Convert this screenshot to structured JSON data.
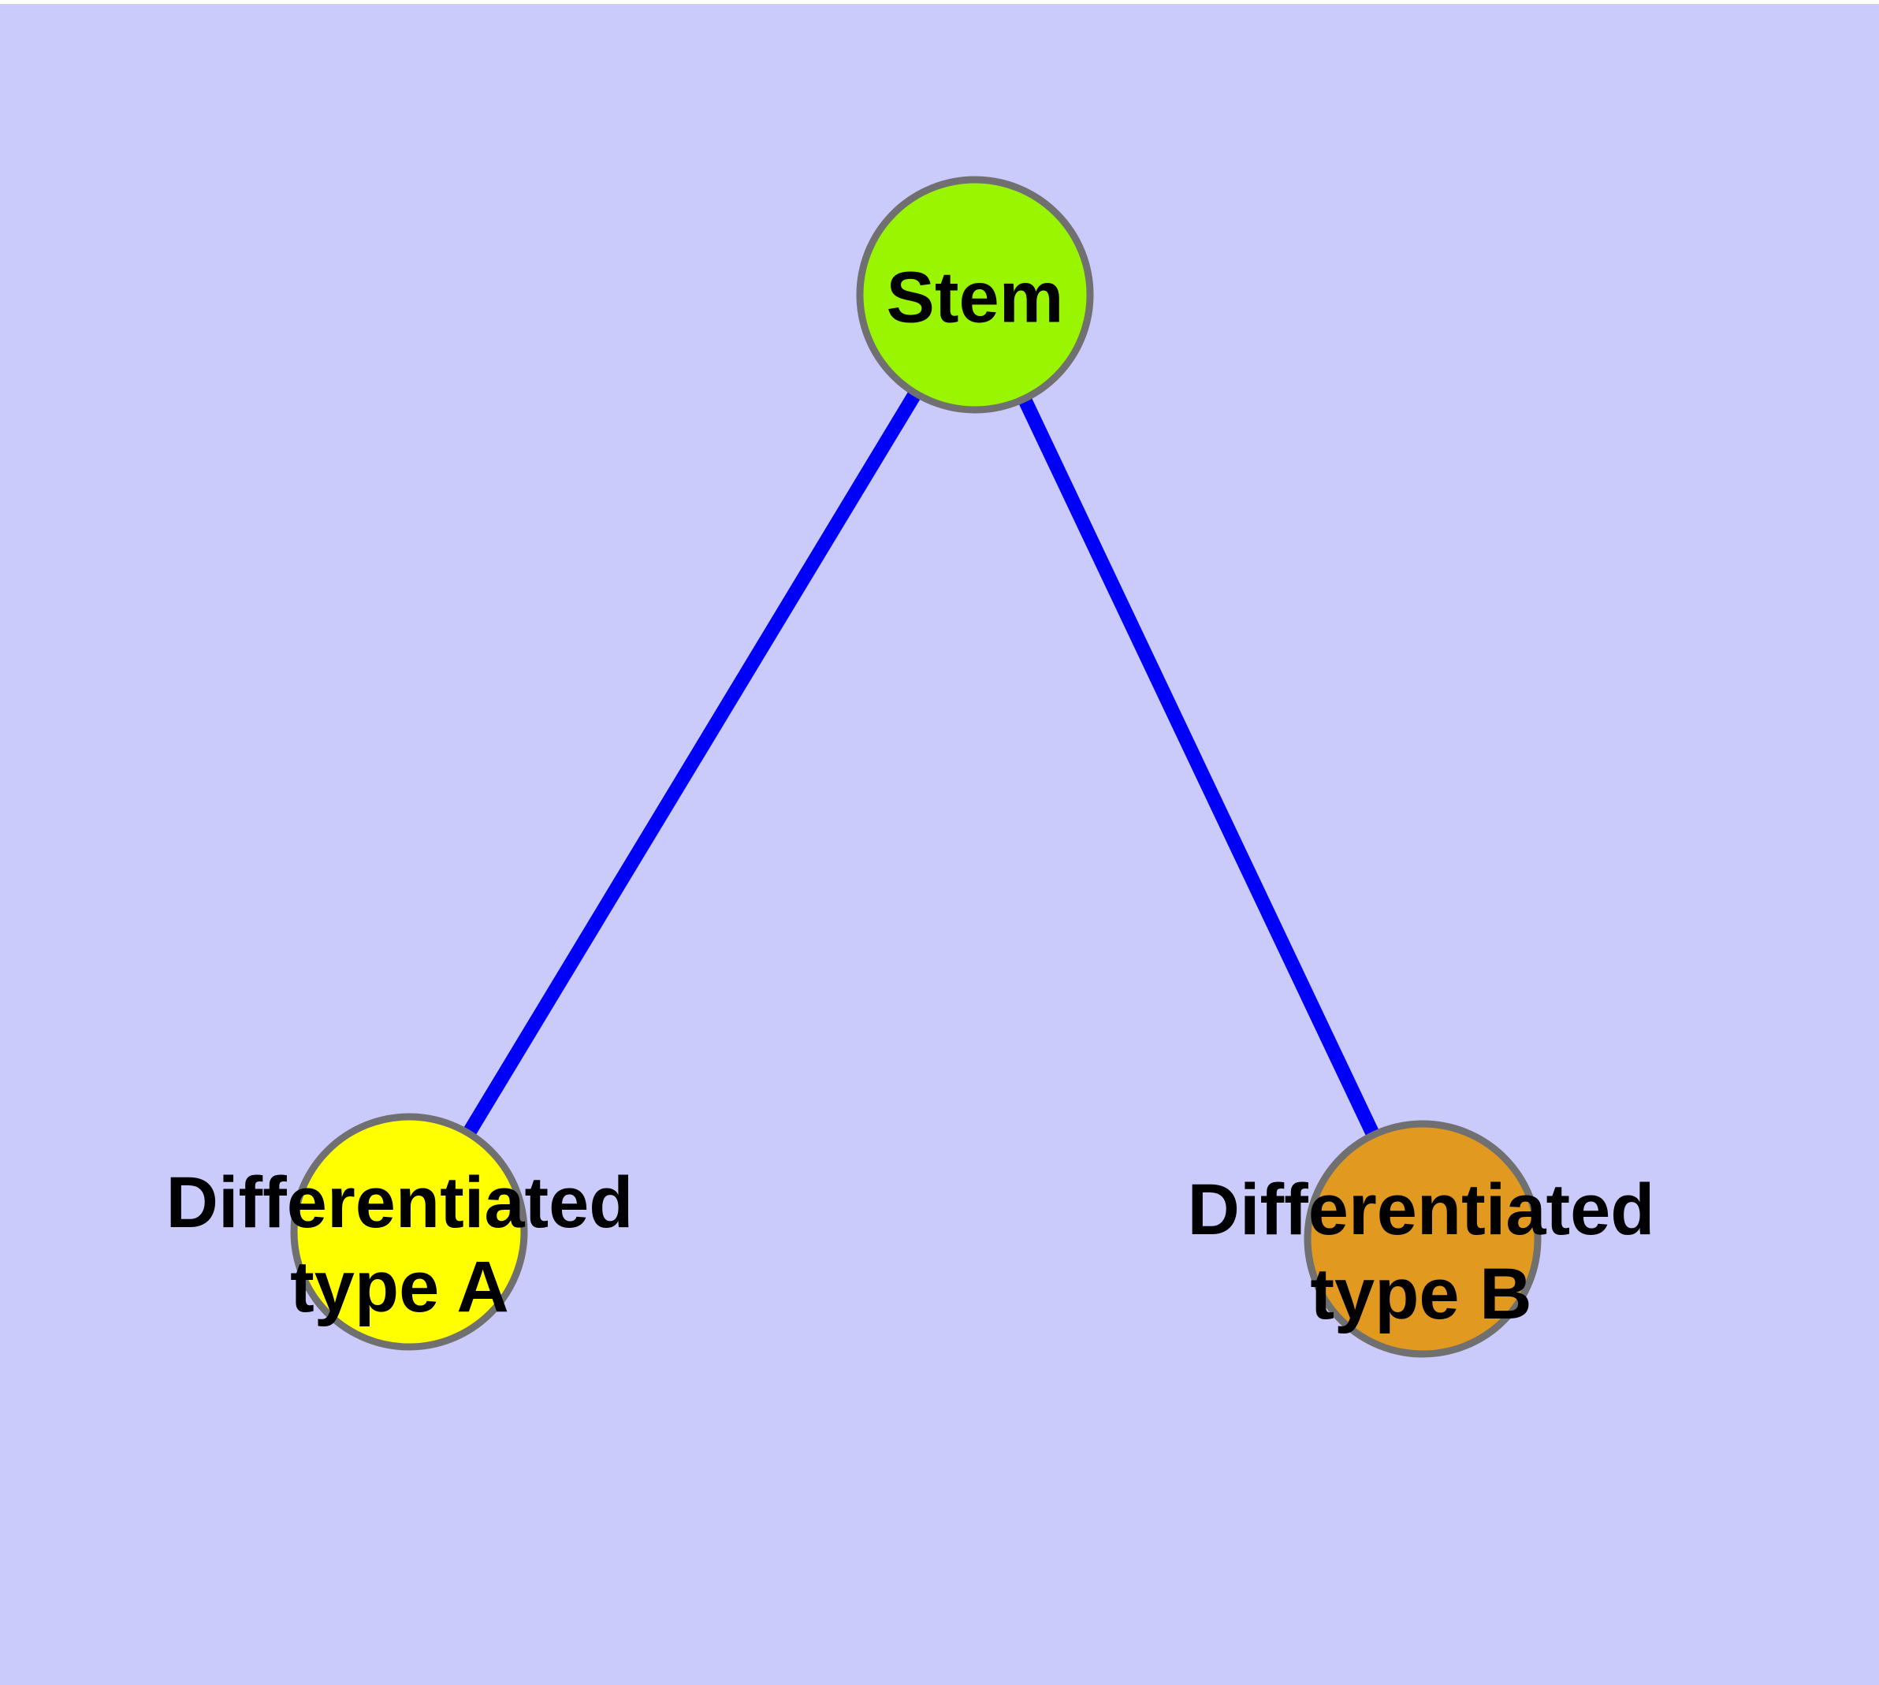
{
  "diagram": {
    "type": "node-link-graph",
    "description": "Stem cell differentiation diagram with one stem node linked to two differentiated cell type nodes",
    "colors": {
      "page_margin": "#FFFFFF",
      "background": "#CACAFB",
      "edge": "#0000FA",
      "node_border": "#707070",
      "label_text": "#000000"
    },
    "nodes": [
      {
        "id": "stem",
        "label": "Stem",
        "label_lines": [
          "Stem"
        ],
        "fill": "#99F500"
      },
      {
        "id": "differentiated-type-a",
        "label": "Differentiated type A",
        "label_lines": [
          "Differentiated",
          "type A"
        ],
        "fill": "#FFFF00"
      },
      {
        "id": "differentiated-type-b",
        "label": "Differentiated type B",
        "label_lines": [
          "Differentiated",
          "type B"
        ],
        "fill": "#E2991F"
      }
    ],
    "edges": [
      {
        "from": "stem",
        "to": "differentiated-type-a"
      },
      {
        "from": "stem",
        "to": "differentiated-type-b"
      }
    ]
  }
}
